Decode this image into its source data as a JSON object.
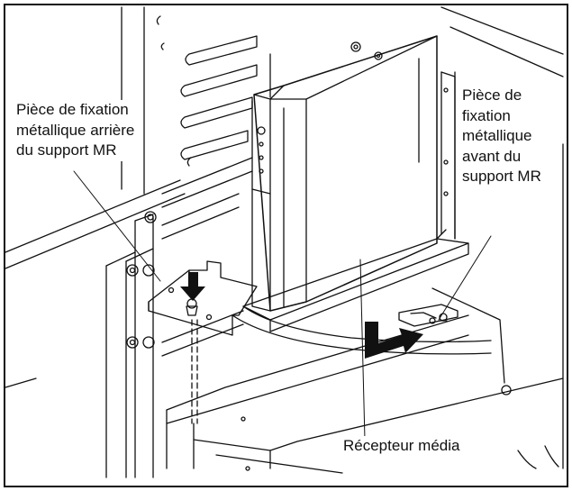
{
  "labels": {
    "rear_bracket": "Pièce de fixation\nmétallique arrière\ndu support MR",
    "front_bracket": "Pièce de\nfixation\nmétallique\navant du\nsupport MR",
    "receiver": "Récepteur média"
  },
  "colors": {
    "line": "#111111",
    "background": "#ffffff"
  }
}
